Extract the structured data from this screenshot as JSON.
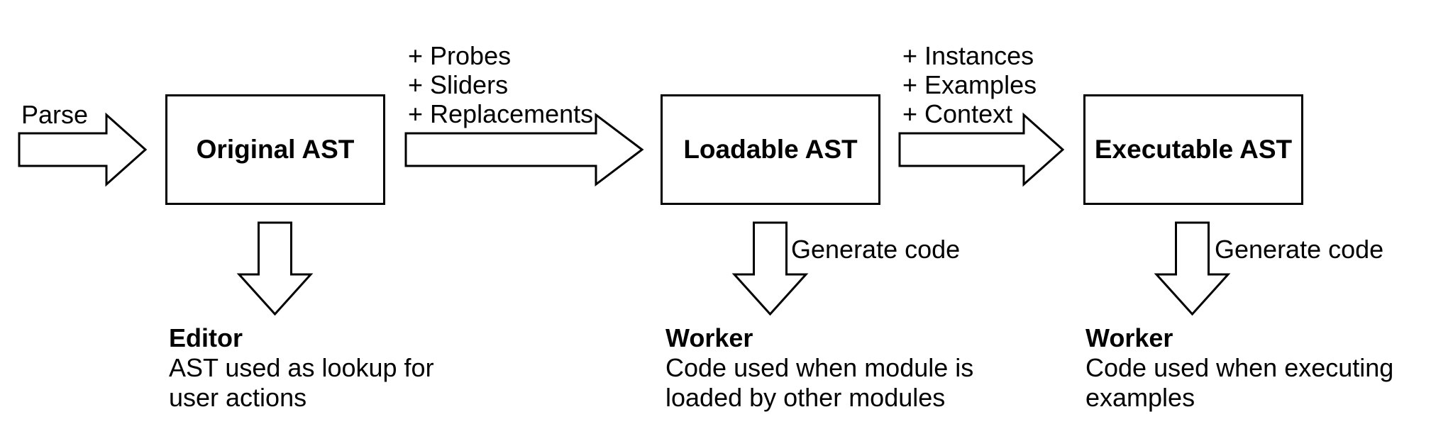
{
  "diagram": {
    "background_color": "#ffffff",
    "line_color": "#000000",
    "parse_label": "Parse",
    "stage_boxes": [
      {
        "title": "Original AST"
      },
      {
        "title": "Loadable AST"
      },
      {
        "title": "Executable AST"
      }
    ],
    "arrow_annotations": [
      {
        "lines": [
          "+ Probes",
          "+ Sliders",
          "+ Replacements"
        ]
      },
      {
        "lines": [
          "+ Instances",
          "+ Examples",
          "+ Context"
        ]
      }
    ],
    "down_arrows": [
      {
        "label": ""
      },
      {
        "label": "Generate code"
      },
      {
        "label": "Generate code"
      }
    ],
    "outputs": [
      {
        "title": "Editor",
        "description_lines": [
          "AST used as lookup for",
          "user actions"
        ]
      },
      {
        "title": "Worker",
        "description_lines": [
          "Code used when module is",
          "loaded by other modules"
        ]
      },
      {
        "title": "Worker",
        "description_lines": [
          "Code used when executing",
          "examples"
        ]
      }
    ]
  }
}
